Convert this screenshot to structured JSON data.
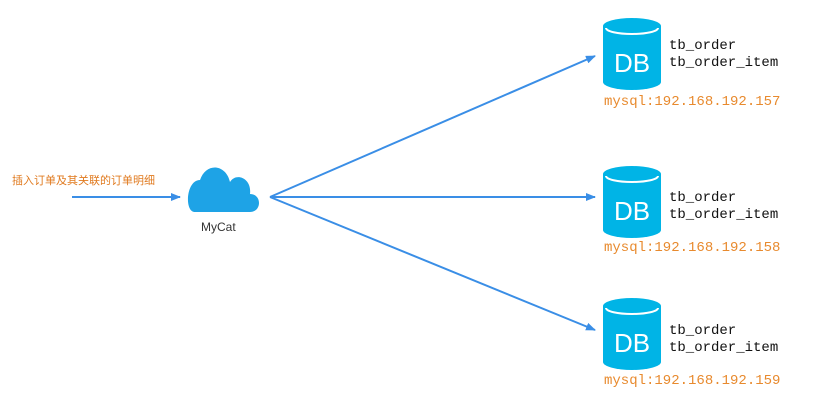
{
  "input_label": "插入订单及其关联的订单明细",
  "mycat": {
    "label": "MyCat",
    "icon": "cloud-icon",
    "color": "#1ea3e6"
  },
  "colors": {
    "arrow": "#3a8ee6",
    "db": "#00b4e6",
    "host": "#e88a2e",
    "input_label": "#e07a1f"
  },
  "databases": [
    {
      "icon_text": "DB",
      "tables": [
        "tb_order",
        "tb_order_item"
      ],
      "host": "mysql:192.168.192.157"
    },
    {
      "icon_text": "DB",
      "tables": [
        "tb_order",
        "tb_order_item"
      ],
      "host": "mysql:192.168.192.158"
    },
    {
      "icon_text": "DB",
      "tables": [
        "tb_order",
        "tb_order_item"
      ],
      "host": "mysql:192.168.192.159"
    }
  ]
}
